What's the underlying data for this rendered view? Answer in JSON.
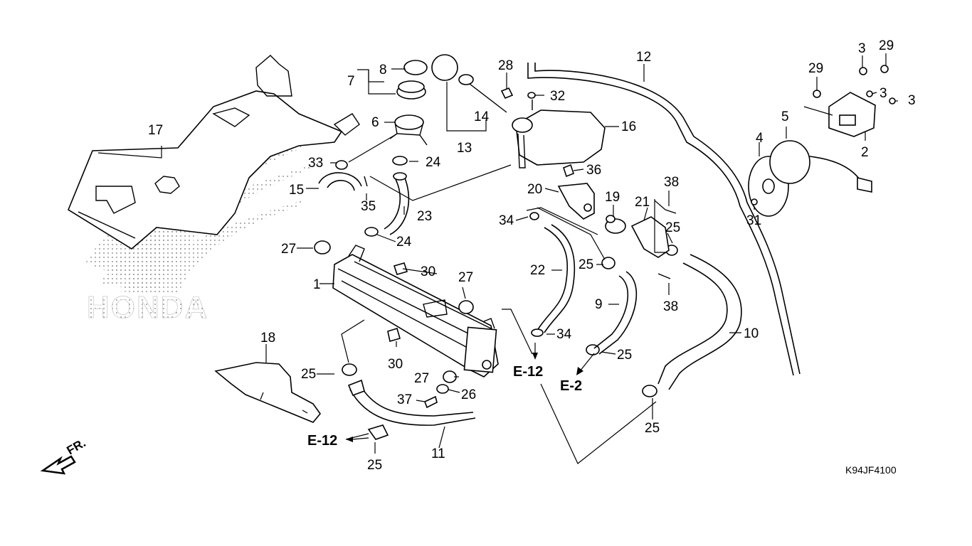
{
  "diagram_code": "K94JF4100",
  "direction_label": "FR.",
  "brand_watermark": "HONDA",
  "callouts": {
    "c1": "1",
    "c2": "2",
    "c3a": "3",
    "c3b": "3",
    "c3c": "3",
    "c4": "4",
    "c5": "5",
    "c6": "6",
    "c7": "7",
    "c8": "8",
    "c9": "9",
    "c10": "10",
    "c11": "11",
    "c12": "12",
    "c13": "13",
    "c14": "14",
    "c15": "15",
    "c16": "16",
    "c17": "17",
    "c18": "18",
    "c19": "19",
    "c20": "20",
    "c21": "21",
    "c22": "22",
    "c23": "23",
    "c24a": "24",
    "c24b": "24",
    "c25a": "25",
    "c25b": "25",
    "c25c": "25",
    "c25d": "25",
    "c25e": "25",
    "c25f": "25",
    "c26": "26",
    "c27a": "27",
    "c27b": "27",
    "c27c": "27",
    "c28": "28",
    "c29a": "29",
    "c29b": "29",
    "c30a": "30",
    "c30b": "30",
    "c31": "31",
    "c32": "32",
    "c33": "33",
    "c34a": "34",
    "c34b": "34",
    "c35": "35",
    "c36": "36",
    "c37": "37",
    "c38a": "38",
    "c38b": "38"
  },
  "references": {
    "e12_center": "E-12",
    "e12_left": "E-12",
    "e2": "E-2"
  }
}
